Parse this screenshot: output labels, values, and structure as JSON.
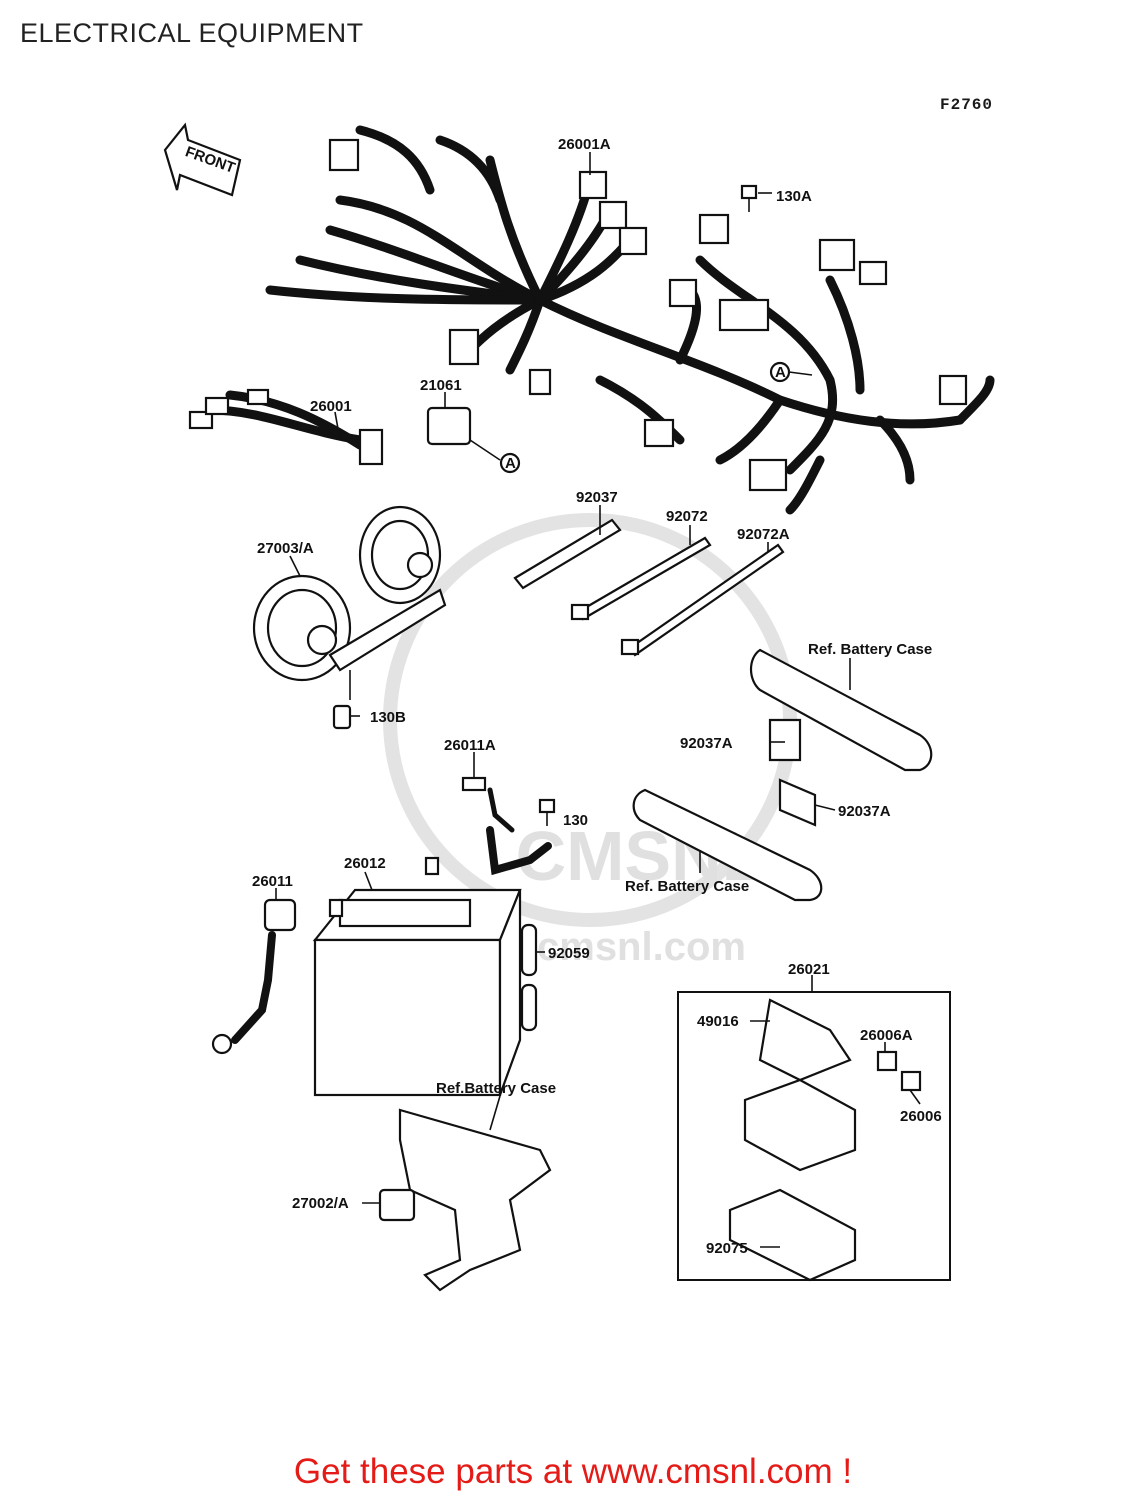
{
  "header": {
    "title": "ELECTRICAL EQUIPMENT",
    "diagram_code": "F2760"
  },
  "watermark": {
    "text": "www.cmsnl.com",
    "logo": "CMSNL"
  },
  "front_arrow": {
    "label": "FRONT"
  },
  "callouts": {
    "p26001A": "26001A",
    "p130A": "130A",
    "p21061": "21061",
    "p26001": "26001",
    "markerA1": "A",
    "markerA2": "A",
    "p92037": "92037",
    "p92072": "92072",
    "p92072A": "92072A",
    "p27003A": "27003/A",
    "refBatteryCase1": "Ref. Battery Case",
    "p130B": "130B",
    "p26011A": "26011A",
    "p92037A1": "92037A",
    "p130": "130",
    "p92037A2": "92037A",
    "refBatteryCase2": "Ref. Battery Case",
    "p26012": "26012",
    "p26011": "26011",
    "p92059": "92059",
    "p26021": "26021",
    "p49016": "49016",
    "p26006A": "26006A",
    "p26006": "26006",
    "refBatteryCase3": "Ref.Battery Case",
    "p27002A": "27002/A",
    "p92075": "92075"
  },
  "footer": {
    "text": "Get these parts at www.cmsnl.com !"
  },
  "colors": {
    "footer": "#e41b17",
    "ink": "#111111",
    "watermark": "#e0e0e0"
  }
}
